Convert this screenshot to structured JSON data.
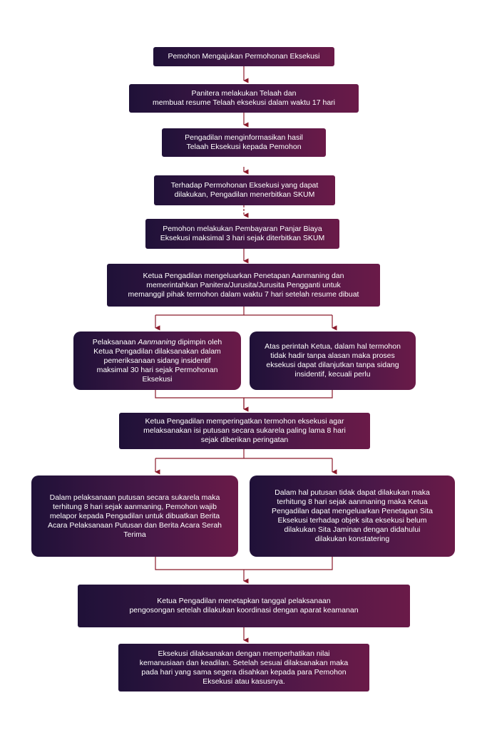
{
  "steps": {
    "s1": "Pemohon Mengajukan Permohonan Eksekusi",
    "s2": "Panitera melakukan Telaah dan\nmembuat resume Telaah eksekusi dalam waktu 17 hari",
    "s3": "Pengadilan menginformasikan hasil\nTelaah Eksekusi kepada Pemohon",
    "s4": "Terhadap Permohonan Eksekusi yang dapat\ndilakukan, Pengadilan menerbitkan SKUM",
    "s5": "Pemohon melakukan Pembayaran Panjar Biaya\nEksekusi  maksimal 3 hari sejak diterbitkan SKUM",
    "s6": "Ketua Pengadilan mengeluarkan Penetapan Aanmaning dan\nmemerintahkan Panitera/Jurusita/Jurusita Pengganti untuk\nmemanggil pihak termohon dalam waktu 7 hari setelah resume dibuat",
    "s7a_prefix": "Pelaksanaan ",
    "s7a_italic": "Aanmaning",
    "s7a_rest": " dipimpin oleh\nKetua Pengadilan dilaksanakan dalam\npemeriksanaan sidang insidentif\nmaksimal 30 hari sejak Permohonan\nEksekusi",
    "s7b": "Atas perintah Ketua, dalam hal termohon\ntidak hadir tanpa alasan maka proses\neksekusi dapat dilanjutkan tanpa sidang\ninsidentif, kecuali perlu",
    "s8": "Ketua Pengadilan memperingatkan termohon eksekusi agar\nmelaksanakan isi putusan secara sukarela paling lama 8 hari\nsejak diberikan peringatan",
    "s9a": "Dalam pelaksanaan putusan secara sukarela maka\nterhitung 8 hari sejak aanmaning, Pemohon wajib\nmelapor kepada Pengadilan untuk dibuatkan Berita\nAcara Pelaksanaan Putusan dan Berita Acara Serah\nTerima",
    "s9b": "Dalam hal putusan tidak dapat dilakukan maka\nterhitung  8 hari sejak aanmaning maka Ketua\nPengadilan dapat mengeluarkan Penetapan Sita\nEksekusi terhadap objek sita eksekusi belum\ndilakukan Sita Jaminan dengan didahului\ndilakukan konstatering",
    "s10": "Ketua Pengadilan menetapkan tanggal pelaksanaan\npengosongan setelah dilakukan koordinasi dengan aparat keamanan",
    "s11": "Eksekusi dilaksanakan dengan memperhatikan nilai\nkemanusiaan dan keadilan.  Setelah sesuai dilaksanakan maka\npada hari yang sama segera disahkan kepada para Pemohon\nEksekusi atau kasusnya."
  },
  "colors": {
    "box_start": "#1f1138",
    "box_end": "#6a1a48",
    "connector": "#8b1a2b",
    "text": "#ffffff"
  }
}
